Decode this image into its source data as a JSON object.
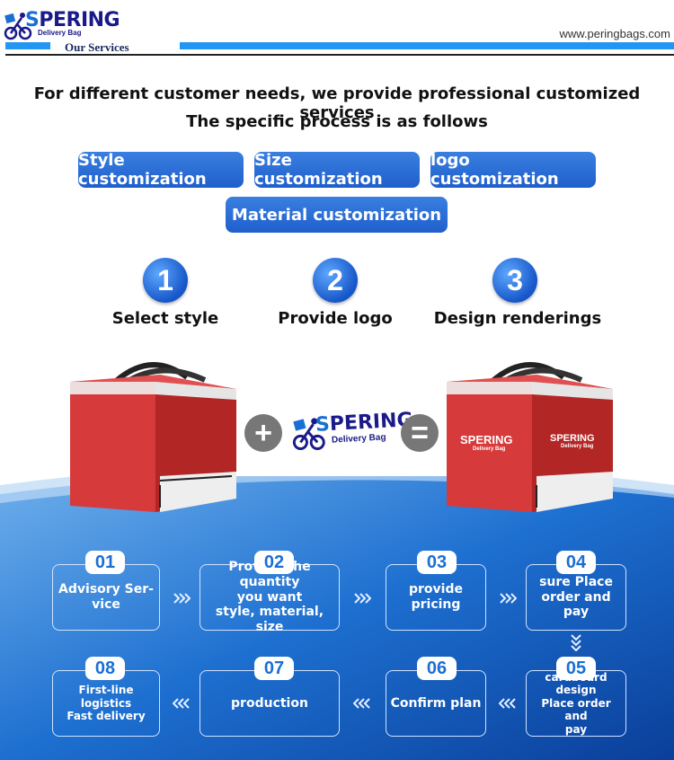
{
  "header": {
    "logo_main": "PERING",
    "logo_s": "S",
    "logo_sub": "Delivery Bag",
    "section_title": "Our Services",
    "url": "www.peringbags.com"
  },
  "headline": {
    "line1": "For different customer needs, we provide professional customized services",
    "line2": "The specific process is as follows"
  },
  "options": [
    {
      "label": "Style customization"
    },
    {
      "label": "Size customization"
    },
    {
      "label": "logo customization"
    },
    {
      "label": "Material customization"
    }
  ],
  "steps": [
    {
      "number": "1",
      "label": "Select style"
    },
    {
      "number": "2",
      "label": "Provide logo"
    },
    {
      "number": "3",
      "label": "Design renderings"
    }
  ],
  "composition": {
    "plus": "+",
    "equals": "=",
    "center_logo_main": "PERING",
    "center_logo_s": "S",
    "center_logo_sub": "Delivery Bag",
    "bag_logo_main": "PERING",
    "bag_logo_s": "S",
    "bag_logo_sub": "Delivery Bag"
  },
  "flow": [
    {
      "num": "01",
      "text": "Advisory Ser-\nvice"
    },
    {
      "num": "02",
      "text": "Provide the quantity\nyou want\nstyle, material, size"
    },
    {
      "num": "03",
      "text": "provide pricing"
    },
    {
      "num": "04",
      "text": "sure Place\norder and pay"
    },
    {
      "num": "05",
      "text": "cardboard design\nPlace order and\npay"
    },
    {
      "num": "06",
      "text": "Confirm plan"
    },
    {
      "num": "07",
      "text": "production"
    },
    {
      "num": "08",
      "text": "First-line logistics\nFast delivery"
    }
  ],
  "colors": {
    "accent_blue": "#2196f3",
    "pill_blue": "#2a6fd8",
    "bag_red": "#d83a3a",
    "flow_bg_dark": "#0b4fb5"
  }
}
